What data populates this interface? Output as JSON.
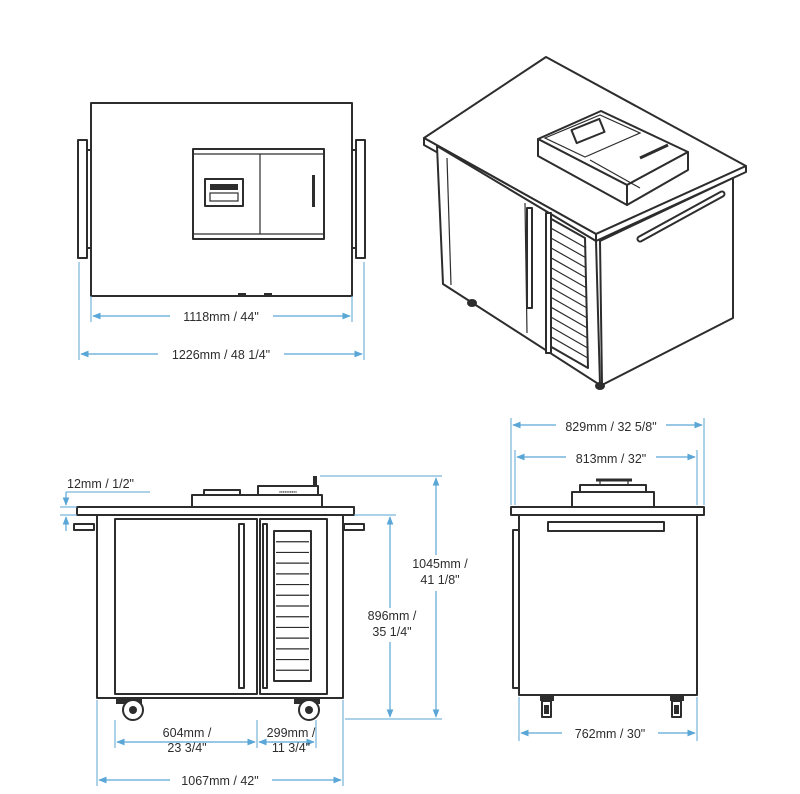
{
  "accent_color": "#5aa6d6",
  "line_color": "#2d2d2d",
  "views": {
    "top": {
      "inner_width": "1118mm / 44\"",
      "overall_width": "1226mm / 48 1/4\""
    },
    "front": {
      "top_thickness": "12mm / 1/2\"",
      "overall_height_line1": "1045mm /",
      "overall_height_line2": "41 1/8\"",
      "body_height_line1": "896mm /",
      "body_height_line2": "35 1/4\"",
      "left_cabinet_line1": "604mm /",
      "left_cabinet_line2": "23 3/4\"",
      "right_cabinet_line1": "299mm /",
      "right_cabinet_line2": "11 3/4\"",
      "overall_width": "1067mm / 42\""
    },
    "side": {
      "overall_depth": "829mm / 32 5/8\"",
      "top_depth": "813mm / 32\"",
      "base_depth": "762mm / 30\""
    }
  }
}
